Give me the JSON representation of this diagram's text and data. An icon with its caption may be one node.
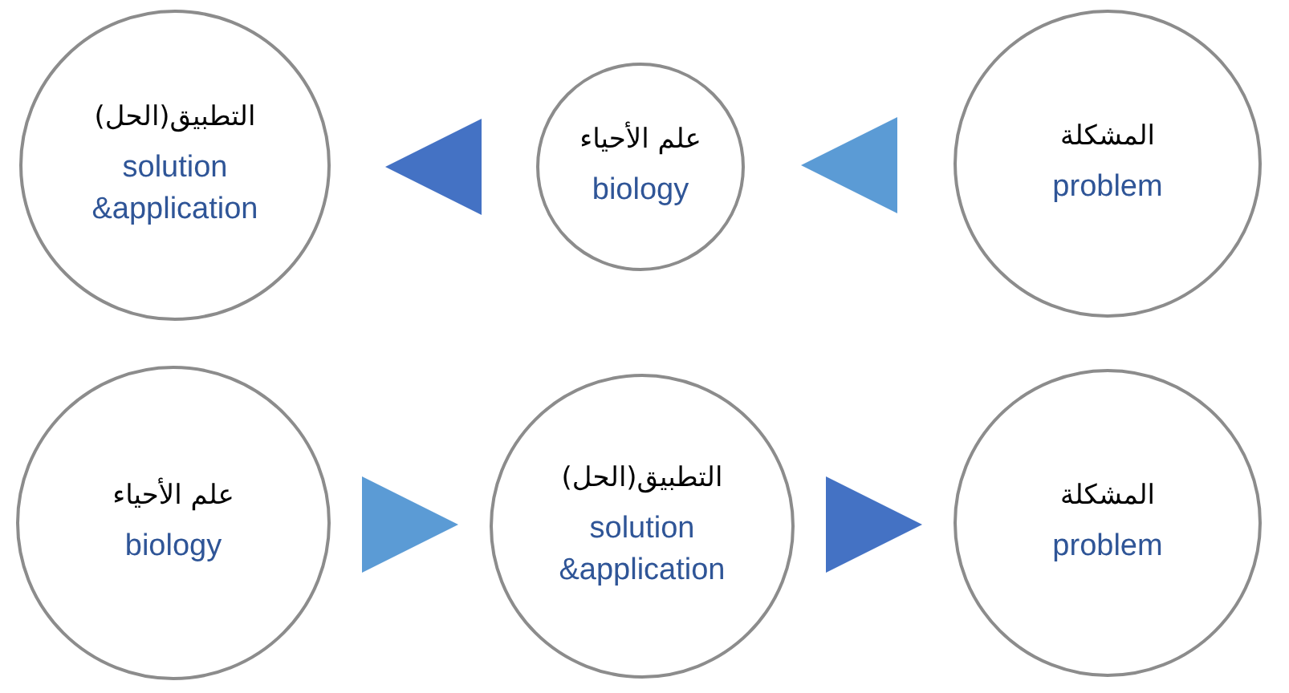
{
  "diagram": {
    "nodes": [
      {
        "text": [
          "التطبيق(الحل)",
          "solution &application"
        ]
      },
      {
        "text": [
          "علم الأحياء",
          "biology"
        ]
      },
      {
        "text": [
          "المشكلة",
          "problem"
        ]
      },
      {
        "text": [
          "علم الأحياء",
          "biology"
        ]
      },
      {
        "text": [
          "التطبيق(الحل)",
          "solution &application"
        ]
      },
      {
        "text": [
          "المشكلة",
          "problem"
        ]
      }
    ],
    "edges": [
      {
        "from": 2,
        "to": 1,
        "arrow": "to",
        "color": "#5b9bd5"
      },
      {
        "from": 1,
        "to": 0,
        "arrow": "to",
        "color": "#4472c4"
      },
      {
        "from": 3,
        "to": 4,
        "arrow": "to",
        "color": "#5b9bd5"
      },
      {
        "from": 4,
        "to": 5,
        "arrow": "to",
        "color": "#4472c4"
      }
    ]
  }
}
